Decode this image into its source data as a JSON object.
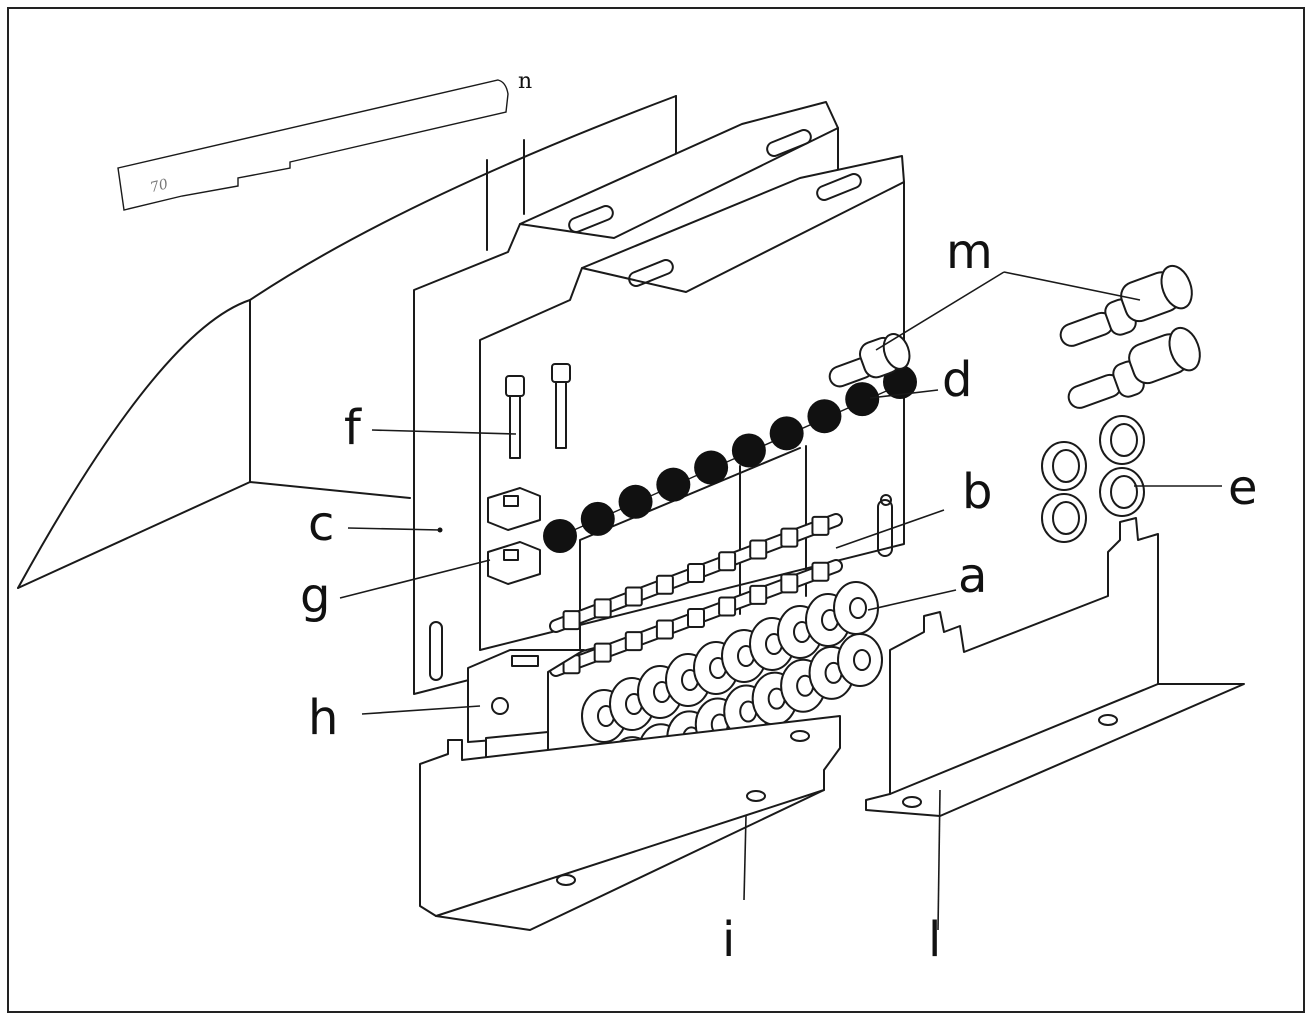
{
  "diagram": {
    "labels": {
      "a": "a",
      "b": "b",
      "c": "c",
      "d": "d",
      "e": "e",
      "f": "f",
      "g": "g",
      "h": "h",
      "i": "i",
      "l": "l",
      "m": "m",
      "n": "n"
    },
    "template_tag": "70"
  }
}
